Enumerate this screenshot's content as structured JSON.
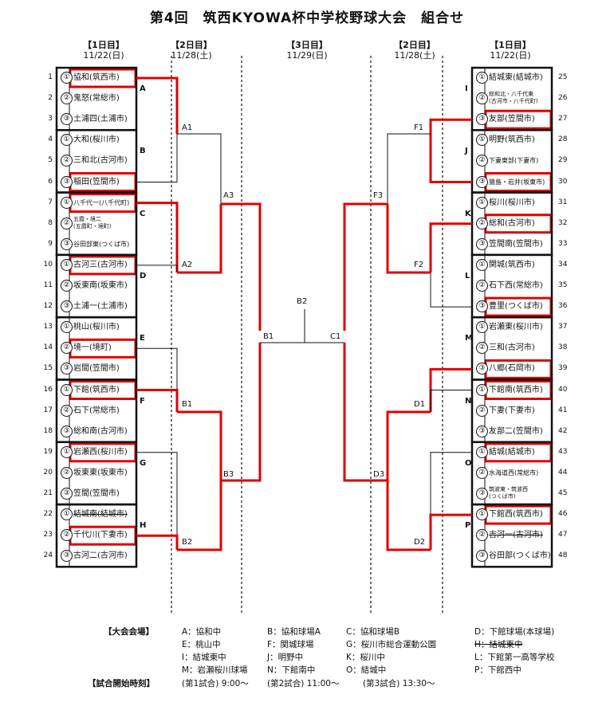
{
  "title": "第4回　筑西KYOWA杯中学校野球大会　組合せ",
  "days": {
    "day1": {
      "label": "【1日目】",
      "date": "11/22(日)"
    },
    "day2": {
      "label": "【2日目】",
      "date": "11/28(土)"
    },
    "day3": {
      "label": "【3日目】",
      "date": "11/29(日)"
    }
  },
  "left_teams": [
    {
      "no": "1",
      "seed": "①",
      "name": "協和(筑西市)",
      "win": true
    },
    {
      "no": "2",
      "seed": "②",
      "name": "鬼怒(常総市)"
    },
    {
      "no": "3",
      "seed": "③",
      "name": "土浦四(土浦市)"
    },
    {
      "no": "4",
      "seed": "①",
      "name": "大和(桜川市)"
    },
    {
      "no": "5",
      "seed": "②",
      "name": "三和北(古河市)"
    },
    {
      "no": "6",
      "seed": "③",
      "name": "稲田(笠間市)",
      "win": true
    },
    {
      "no": "7",
      "seed": "①",
      "name": "八千代一(八千代町)",
      "win": true,
      "size": "sm"
    },
    {
      "no": "8",
      "seed": "②",
      "name": "五霞・境二",
      "name2": "(五霞町・境町)"
    },
    {
      "no": "9",
      "seed": "③",
      "name": "谷田部東(つくば市)",
      "size": "sm"
    },
    {
      "no": "10",
      "seed": "①",
      "name": "古河三(古河市)",
      "win": true
    },
    {
      "no": "11",
      "seed": "②",
      "name": "坂東南(坂東市)"
    },
    {
      "no": "12",
      "seed": "③",
      "name": "土浦一(土浦市)"
    },
    {
      "no": "13",
      "seed": "①",
      "name": "桃山(桜川市)"
    },
    {
      "no": "14",
      "seed": "②",
      "name": "境一(境町)",
      "win": true
    },
    {
      "no": "15",
      "seed": "③",
      "name": "岩間(笠間市)"
    },
    {
      "no": "16",
      "seed": "①",
      "name": "下館(筑西市)",
      "win": true
    },
    {
      "no": "17",
      "seed": "②",
      "name": "石下(常総市)"
    },
    {
      "no": "18",
      "seed": "③",
      "name": "総和南(古河市)"
    },
    {
      "no": "19",
      "seed": "①",
      "name": "岩瀬西(桜川市)",
      "win": true
    },
    {
      "no": "20",
      "seed": "②",
      "name": "坂東東(坂東市)"
    },
    {
      "no": "21",
      "seed": "③",
      "name": "笠間(笠間市)"
    },
    {
      "no": "22",
      "seed": "①",
      "name": "結城南(結城市)",
      "strike": true
    },
    {
      "no": "23",
      "seed": "②",
      "name": "千代川(下妻市)",
      "win": true
    },
    {
      "no": "24",
      "seed": "③",
      "name": "古河二(古河市)"
    }
  ],
  "right_teams": [
    {
      "no": "25",
      "seed": "①",
      "name": "結城東(結城市)"
    },
    {
      "no": "26",
      "seed": "②",
      "name": "総和北・八千代東",
      "name2": "(古河市・八千代町)"
    },
    {
      "no": "27",
      "seed": "③",
      "name": "友部(笠間市)",
      "win": true
    },
    {
      "no": "28",
      "seed": "①",
      "name": "明野(筑西市)"
    },
    {
      "no": "29",
      "seed": "②",
      "name": "下妻東部(下妻市)",
      "size": "sm"
    },
    {
      "no": "30",
      "seed": "③",
      "name": "猿島・岩井(坂東市)",
      "win": true,
      "size": "sm"
    },
    {
      "no": "31",
      "seed": "①",
      "name": "桜川(桜川市)"
    },
    {
      "no": "32",
      "seed": "②",
      "name": "総和(古河市)",
      "win": true
    },
    {
      "no": "33",
      "seed": "③",
      "name": "笠間南(笠間市)"
    },
    {
      "no": "34",
      "seed": "①",
      "name": "関城(筑西市)"
    },
    {
      "no": "35",
      "seed": "②",
      "name": "石下西(常総市)"
    },
    {
      "no": "36",
      "seed": "③",
      "name": "豊里(つくば市)",
      "win": true
    },
    {
      "no": "37",
      "seed": "①",
      "name": "岩瀬東(桜川市)"
    },
    {
      "no": "38",
      "seed": "②",
      "name": "三和(古河市)"
    },
    {
      "no": "39",
      "seed": "③",
      "name": "八郷(石岡市)",
      "win": true
    },
    {
      "no": "40",
      "seed": "①",
      "name": "下館南(筑西市)",
      "win": true
    },
    {
      "no": "41",
      "seed": "②",
      "name": "下妻(下妻市)"
    },
    {
      "no": "42",
      "seed": "③",
      "name": "友部二(笠間市)"
    },
    {
      "no": "43",
      "seed": "①",
      "name": "結城(結城市)",
      "win": true
    },
    {
      "no": "44",
      "seed": "②",
      "name": "水海道西(常総市)",
      "size": "sm"
    },
    {
      "no": "45",
      "seed": "③",
      "name": "筑波東・筑波西",
      "name2": "(つくば市)"
    },
    {
      "no": "46",
      "seed": "①",
      "name": "下館西(筑西市)",
      "win": true
    },
    {
      "no": "47",
      "seed": "②",
      "name": "吉河一(古河市)",
      "strike": true
    },
    {
      "no": "48",
      "seed": "③",
      "name": "谷田部(つくば市)"
    }
  ],
  "groups_left": [
    "A",
    "B",
    "C",
    "D",
    "E",
    "F",
    "G",
    "H"
  ],
  "groups_right": [
    "I",
    "J",
    "K",
    "L",
    "M",
    "N",
    "O",
    "P"
  ],
  "matches": {
    "A1": "A1",
    "A2": "A2",
    "A3": "A3",
    "B1": "B1",
    "B2": "B2",
    "B3": "B3",
    "C1": "C1",
    "D1": "D1",
    "D2": "D2",
    "D3": "D3",
    "F1": "F1",
    "F2": "F2",
    "F3": "F3",
    "center_B1": "B1",
    "center_B2": "B2"
  },
  "venues_label": "【大会会場】",
  "venues": [
    [
      "A：協和中",
      "B：協和球場A",
      "C：協和球場B",
      "D：下館球場(本球場)"
    ],
    [
      "E：桃山中",
      "F：関城球場",
      "G：桜川市総合運動公園",
      "H：結城東中"
    ],
    [
      "I：結城東中",
      "J：明野中",
      "K：桜川中",
      "L：下館第一高等学校"
    ],
    [
      "M：岩瀬桜川球場",
      "N：下館南中",
      "O：結城中",
      "P：下館西中"
    ]
  ],
  "time_label": "【試合開始時刻】",
  "times": [
    "(第1試合) 9:00～",
    "(第2試合) 11:00～",
    "(第3試合) 13:30～"
  ],
  "colors": {
    "win": "#e00000",
    "line": "#111111"
  }
}
